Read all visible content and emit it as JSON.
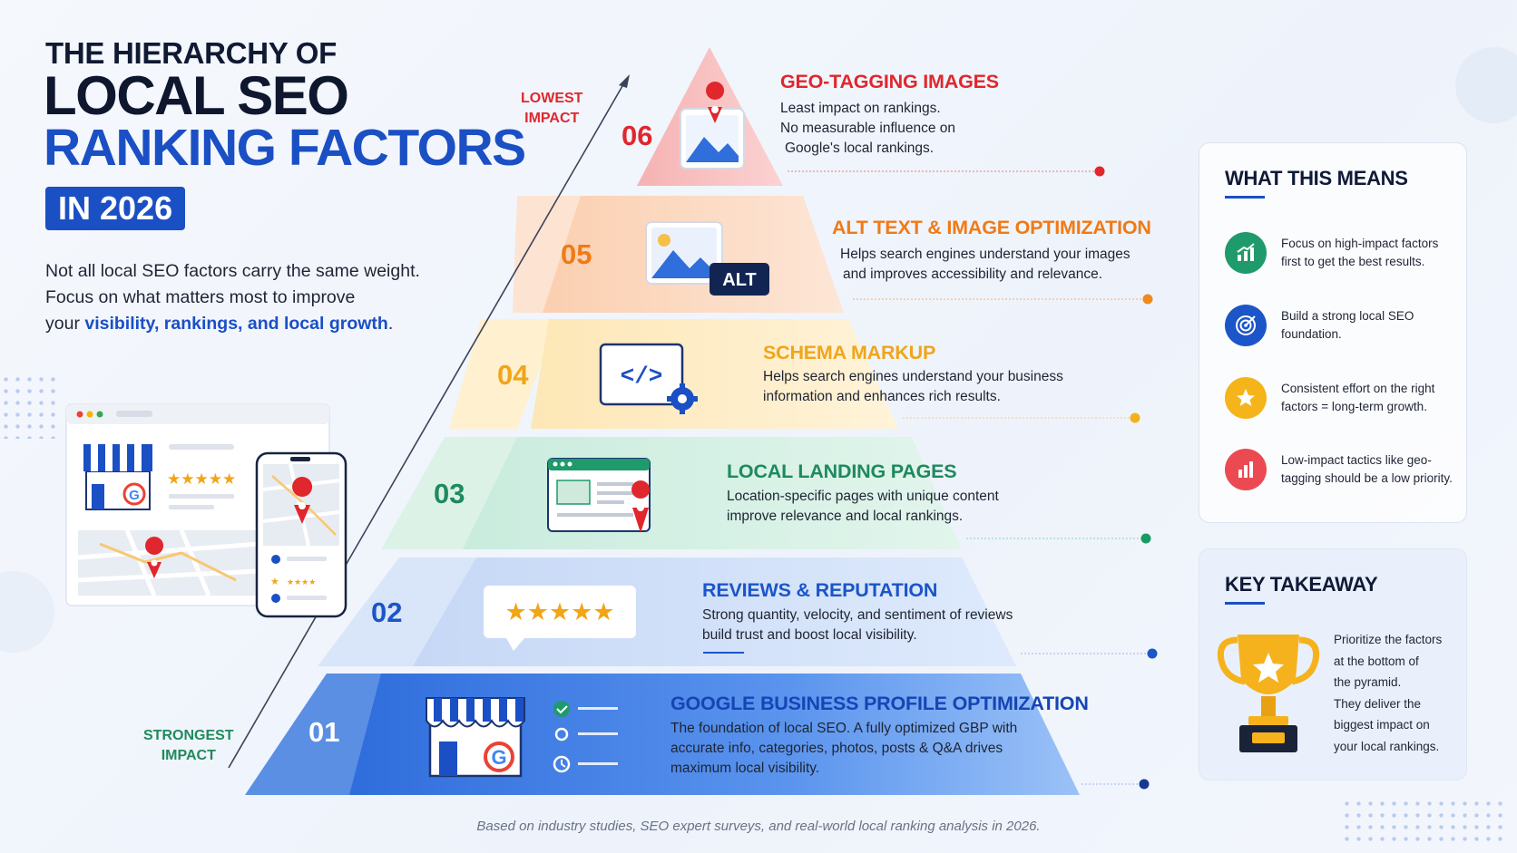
{
  "header": {
    "line1": "THE HIERARCHY OF",
    "line2": "LOCAL SEO",
    "line3": "RANKING FACTORS",
    "badge": "IN 2026"
  },
  "intro": {
    "line1": "Not all local SEO factors carry the same weight.",
    "line2": "Focus on what matters most to improve",
    "line3_prefix": "your ",
    "line3_highlight": "visibility, rankings, and local growth",
    "line3_suffix": "."
  },
  "pyramid": {
    "lowest_label": [
      "LOWEST",
      "IMPACT"
    ],
    "strongest_label": [
      "STRONGEST",
      "IMPACT"
    ],
    "levels": [
      {
        "num": "06",
        "title": "GEO-TAGGING IMAGES",
        "desc": [
          "Least impact on rankings.",
          "No measurable influence on",
          "Google's local rankings."
        ],
        "color": "#e02d2d",
        "icon": "map-image-icon"
      },
      {
        "num": "05",
        "title": "ALT TEXT & IMAGE OPTIMIZATION",
        "desc": [
          "Helps search engines understand your images",
          "and improves accessibility and relevance."
        ],
        "color": "#f07a16",
        "icon": "alt-image-icon",
        "icon_text": "ALT"
      },
      {
        "num": "04",
        "title": "SCHEMA MARKUP",
        "desc": [
          "Helps search engines understand your business",
          "information and enhances rich results."
        ],
        "color": "#f0a51a",
        "icon": "code-gear-icon",
        "icon_text": "</>"
      },
      {
        "num": "03",
        "title": "LOCAL LANDING PAGES",
        "desc": [
          "Location-specific pages with unique content",
          "improve relevance and local rankings."
        ],
        "color": "#1e8a5e",
        "icon": "landing-page-icon"
      },
      {
        "num": "02",
        "title": "REVIEWS & REPUTATION",
        "desc": [
          "Strong quantity, velocity, and sentiment of reviews",
          "build trust and boost local visibility."
        ],
        "color": "#1b55c8",
        "icon": "review-stars-icon",
        "icon_text": "★★★★★"
      },
      {
        "num": "01",
        "title": "GOOGLE BUSINESS PROFILE OPTIMIZATION",
        "desc": [
          "The foundation of local SEO. A fully optimized GBP with",
          "accurate info, categories, photos, posts & Q&A drives",
          "maximum local visibility."
        ],
        "color": "#ffffff",
        "title_color": "#1545b5",
        "icon": "storefront-icon"
      }
    ]
  },
  "mockup": {
    "stars": "★★★★★",
    "small_stars": "★★★★"
  },
  "what_this_means": {
    "title": "WHAT THIS MEANS",
    "items": [
      {
        "text": [
          "Focus on high-impact factors",
          "first to get the best results."
        ],
        "icon": "growth-chart-icon",
        "color": "#1f9a6b"
      },
      {
        "text": [
          "Build a strong local SEO",
          "foundation."
        ],
        "icon": "target-icon",
        "color": "#1b55c8"
      },
      {
        "text": [
          "Consistent effort on the right",
          "factors = long-term growth."
        ],
        "icon": "star-icon",
        "color": "#f4b41a"
      },
      {
        "text": [
          "Low-impact tactics like geo-",
          "tagging should be a low priority."
        ],
        "icon": "bar-chart-icon",
        "color": "#ec4a52"
      }
    ]
  },
  "key_takeaway": {
    "title": "KEY TAKEAWAY",
    "text": [
      "Prioritize the factors",
      "at the bottom of",
      "the pyramid.",
      "They deliver the",
      "biggest impact on",
      "your local rankings."
    ],
    "icon": "trophy-icon"
  },
  "footer": "Based on industry studies, SEO expert surveys, and real-world local ranking analysis in 2026."
}
